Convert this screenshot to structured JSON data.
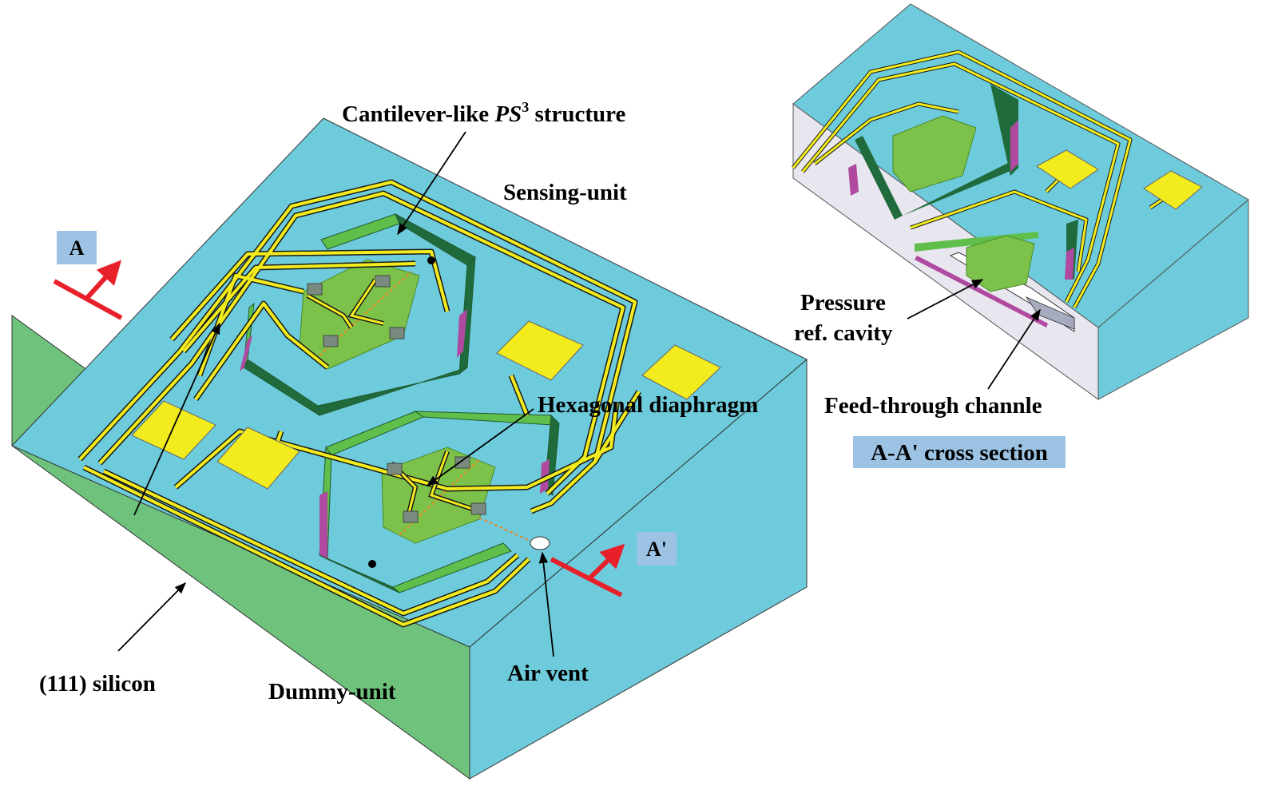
{
  "labels": {
    "cantilever_prefix": "Cantilever-like ",
    "cantilever_ps": "PS",
    "cantilever_sup": "3",
    "cantilever_suffix": " structure",
    "sensing_unit": "Sensing-unit",
    "hexagonal_diaphragm": "Hexagonal diaphragm",
    "silicon": "(111) silicon",
    "dummy_unit": "Dummy-unit",
    "air_vent": "Air vent",
    "pressure_line1": "Pressure",
    "pressure_line2": "ref. cavity",
    "feed_through": "Feed-through channle",
    "cross_section": "A-A' cross section",
    "section_a": "A",
    "section_a_prime": "A'"
  },
  "colors": {
    "top_surface": "#6ecbdb",
    "front_face": "#6ec27c",
    "right_face": "#6ecbdb",
    "trace": "#f2ec1e",
    "pad": "#f2ec1e",
    "diaphragm": "#7cc24a",
    "wall_dark": "#1f6b3b",
    "wall_light": "#5fbf4a",
    "magenta": "#b04aa0",
    "arrow_red": "#e8202a",
    "cross_section_face": "#e8e6ee",
    "tag_bg": "#9cc3e4"
  }
}
